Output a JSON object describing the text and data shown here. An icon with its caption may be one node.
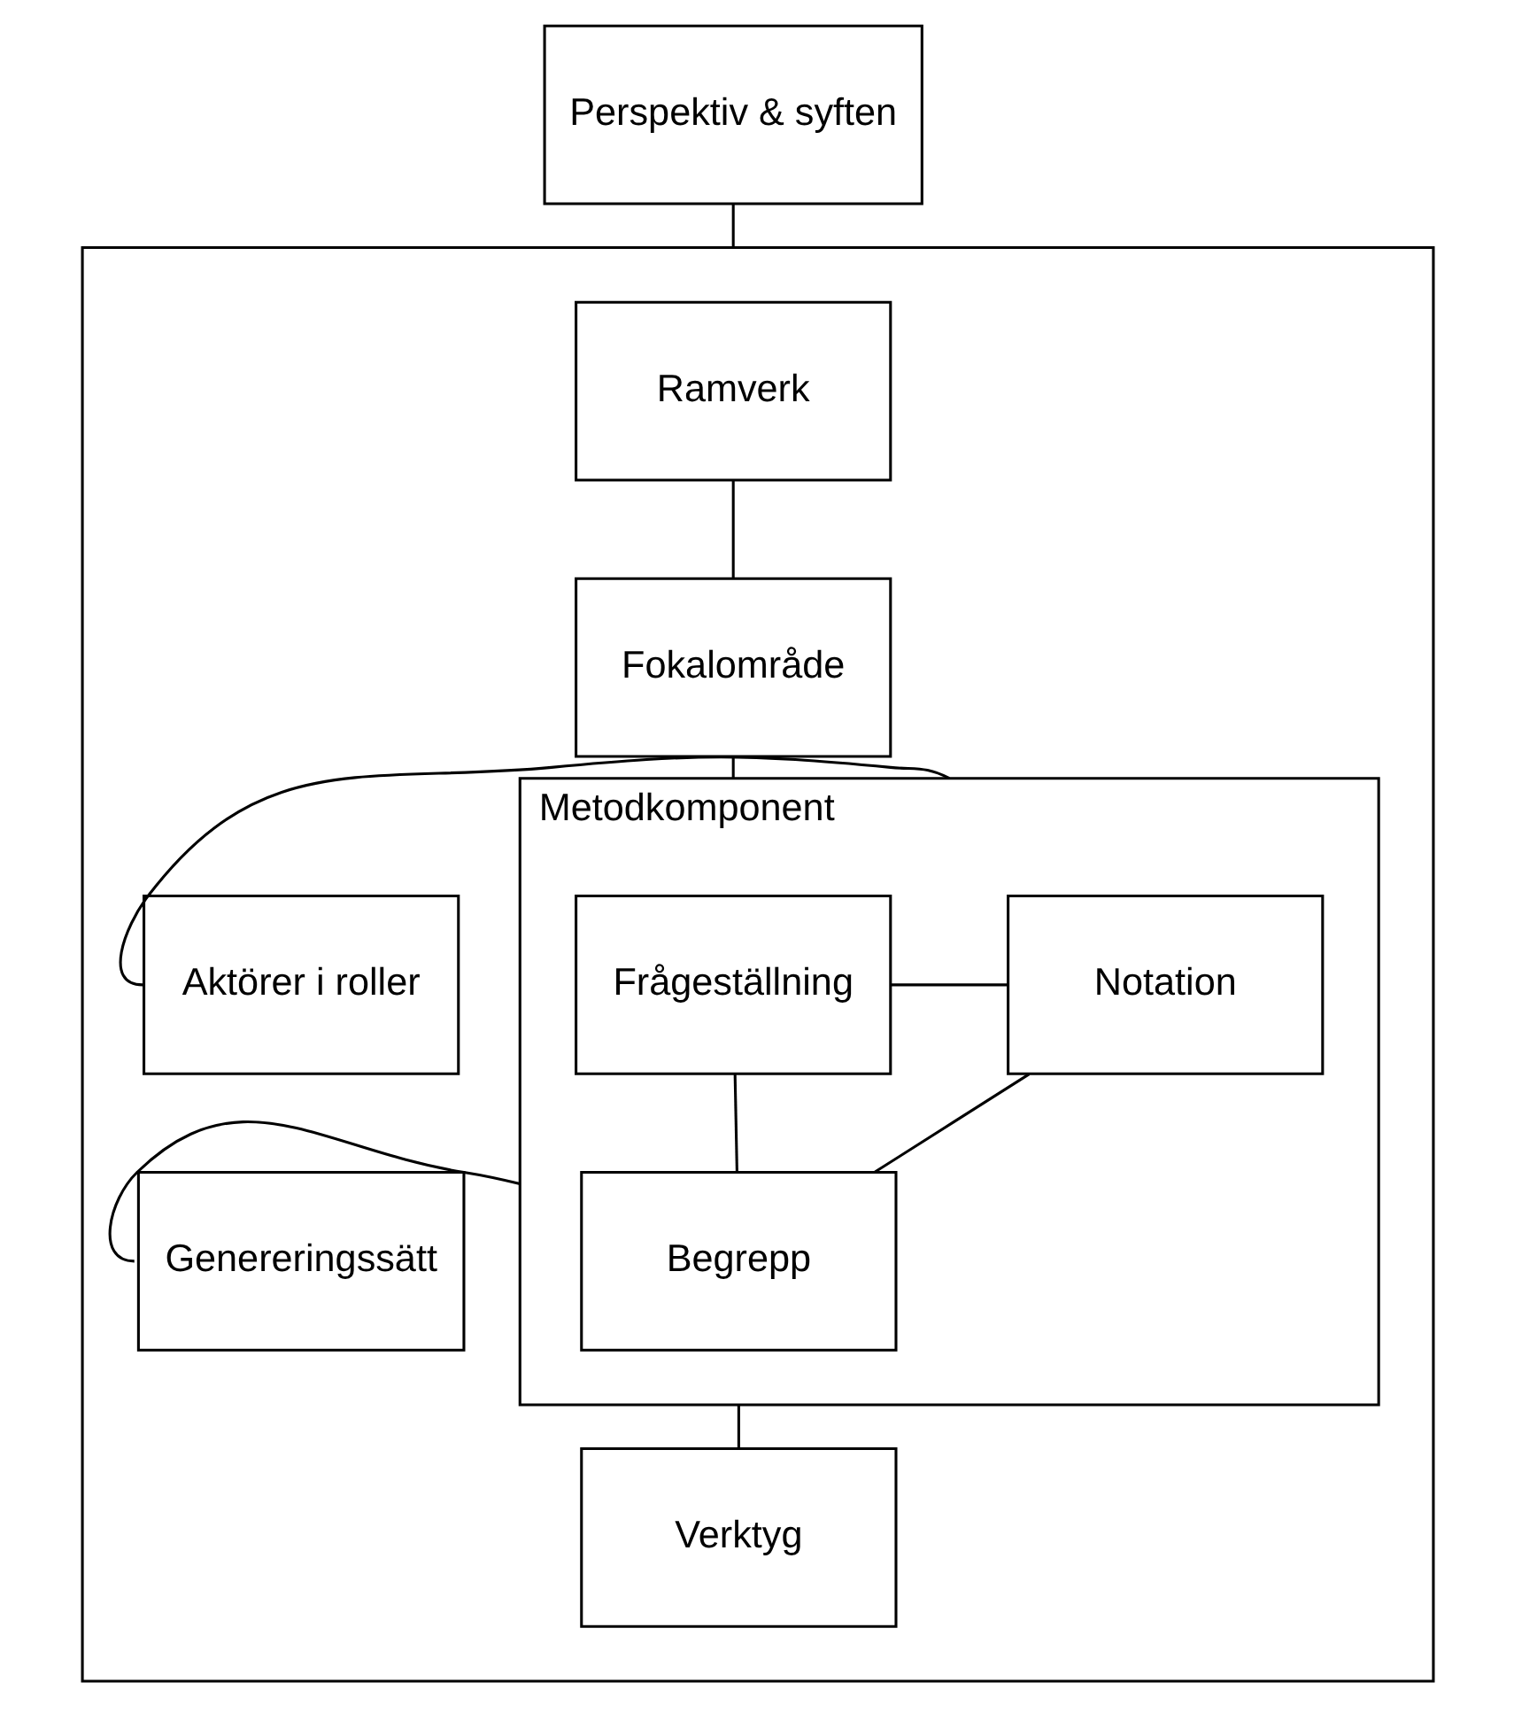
{
  "diagram": {
    "nodes": [
      {
        "text": [
          "Perspektiv & syften"
        ]
      },
      {
        "text": [],
        "shape": "box"
      },
      {
        "text": [
          "Ramverk"
        ],
        "in": 1
      },
      {
        "text": [
          "Fokalområde"
        ],
        "in": 1
      },
      {
        "text": [
          "Metodkomponent"
        ],
        "in": 1
      },
      {
        "text": [
          "Frågeställning"
        ],
        "in": 4
      },
      {
        "text": [
          "Notation"
        ],
        "in": 4
      },
      {
        "text": [
          "Begrepp"
        ],
        "in": 4
      },
      {
        "text": [
          "Aktörer i roller"
        ],
        "in": 1
      },
      {
        "text": [
          "Genereringssätt"
        ],
        "in": 1
      },
      {
        "text": [
          "Verktyg"
        ],
        "in": 1
      }
    ],
    "edges": [
      {
        "from": 0,
        "to": 1,
        "arrow": "none"
      },
      {
        "from": 2,
        "to": 3,
        "arrow": "none"
      },
      {
        "from": 3,
        "to": 4,
        "arrow": "none"
      },
      {
        "from": 5,
        "to": 6,
        "arrow": "none"
      },
      {
        "from": 5,
        "to": 7,
        "arrow": "none"
      },
      {
        "from": 6,
        "to": 7,
        "arrow": "none"
      },
      {
        "from": 4,
        "to": 8,
        "arrow": "none"
      },
      {
        "from": 4,
        "to": 9,
        "arrow": "none"
      },
      {
        "from": 4,
        "to": 10,
        "arrow": "none"
      }
    ]
  }
}
